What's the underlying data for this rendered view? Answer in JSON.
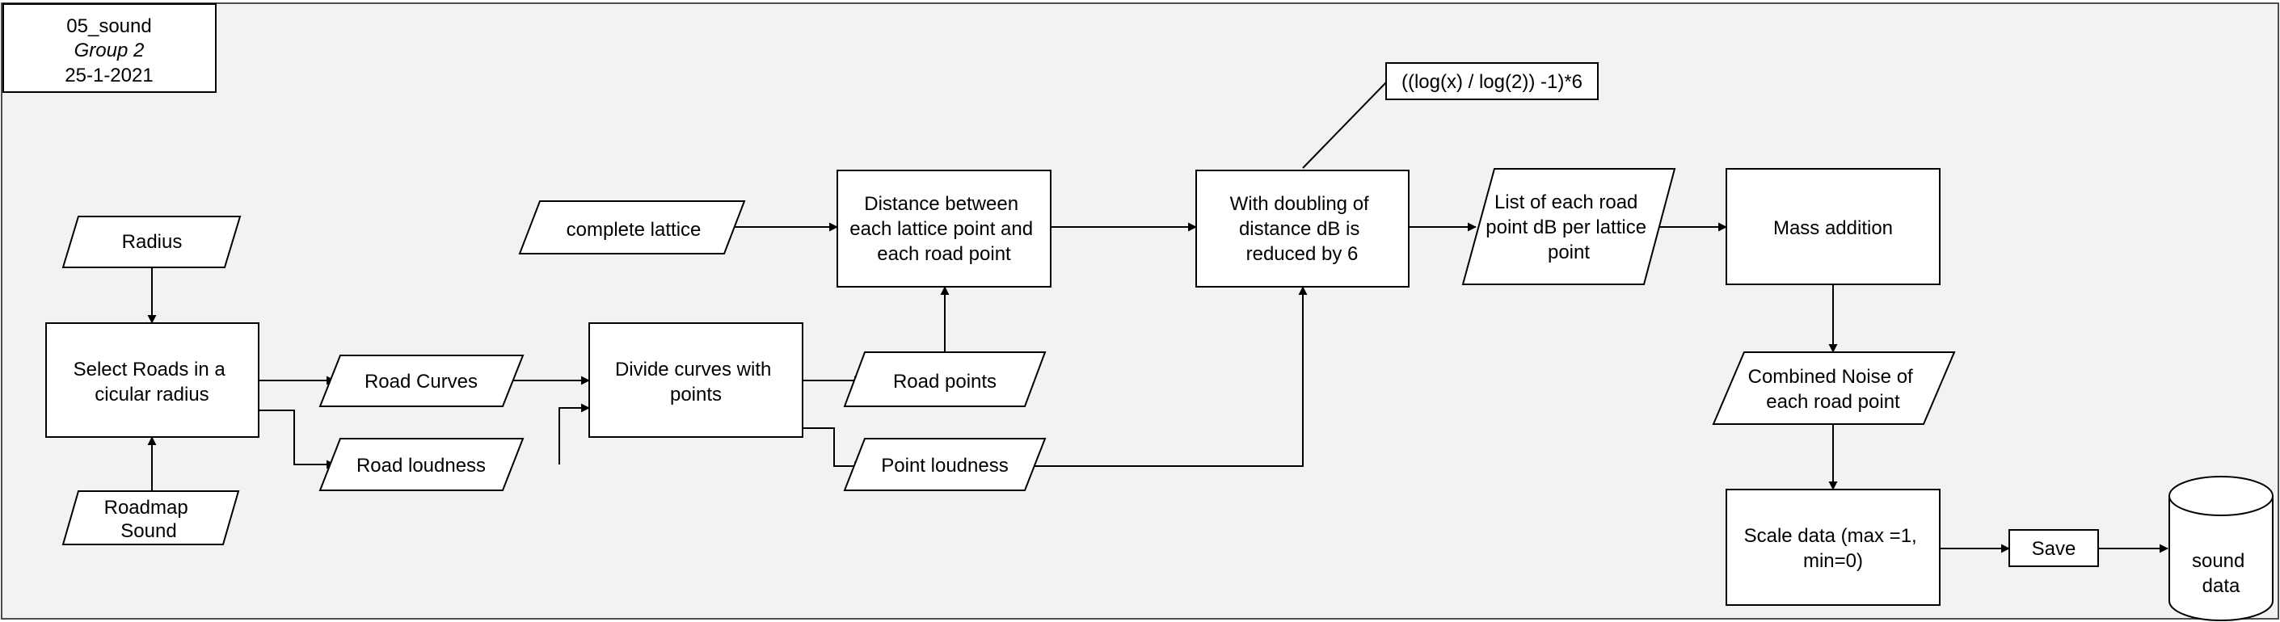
{
  "header": {
    "line1": "05_sound",
    "line2": "Group 2",
    "line3": "25-1-2021"
  },
  "nodes": {
    "radius": [
      "Radius"
    ],
    "select_roads": [
      "Select Roads in a",
      "cicular radius"
    ],
    "roadmap_sound": [
      "Roadmap",
      "Sound"
    ],
    "road_curves": [
      "Road Curves"
    ],
    "road_loudness": [
      "Road loudness"
    ],
    "divide_curves": [
      "Divide curves with",
      "points"
    ],
    "complete_lattice": [
      "complete lattice"
    ],
    "distance_between": [
      "Distance between",
      "each lattice point and",
      "each road point"
    ],
    "road_points": [
      "Road points"
    ],
    "point_loudness": [
      "Point loudness"
    ],
    "doubling": [
      "With doubling of",
      "distance dB is",
      "reduced by 6"
    ],
    "formula": [
      "((log(x) / log(2)) -1)*6"
    ],
    "list_db": [
      "List of each road",
      "point dB per lattice",
      "point"
    ],
    "mass_addition": [
      "Mass addition"
    ],
    "combined_noise": [
      "Combined Noise of",
      "each road point"
    ],
    "scale_data": [
      "Scale data (max =1,",
      "min=0)"
    ],
    "save": [
      "Save"
    ],
    "sound_data": [
      "sound",
      "data"
    ]
  },
  "colors": {
    "background": "#f2f2f2",
    "stroke": "#000000",
    "node_fill": "#ffffff"
  }
}
